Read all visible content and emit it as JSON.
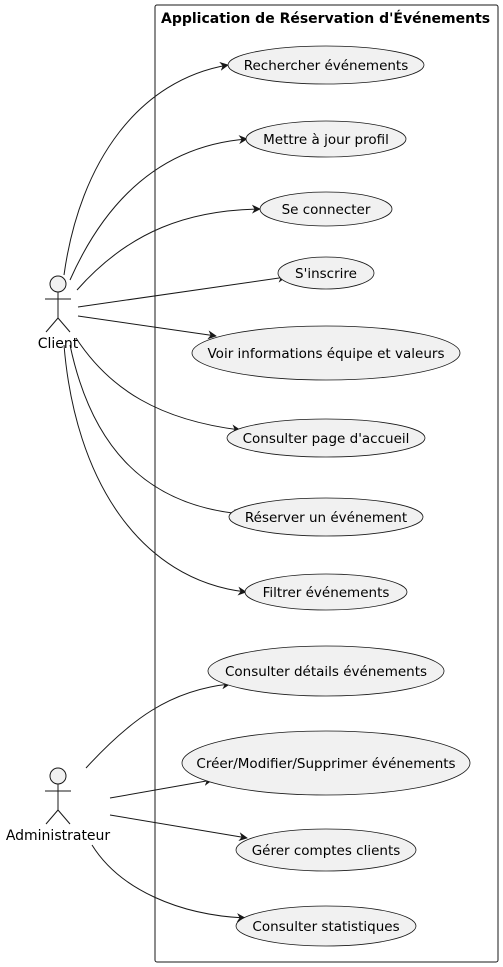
{
  "system": {
    "title": "Application de Réservation d'Événements"
  },
  "actors": [
    {
      "id": "client",
      "label": "Client"
    },
    {
      "id": "admin",
      "label": "Administrateur"
    }
  ],
  "use_cases": [
    {
      "id": "uc1",
      "label": "Rechercher événements"
    },
    {
      "id": "uc2",
      "label": "Mettre à jour profil"
    },
    {
      "id": "uc3",
      "label": "Se connecter"
    },
    {
      "id": "uc4",
      "label": "S'inscrire"
    },
    {
      "id": "uc5",
      "label": "Voir informations équipe et valeurs"
    },
    {
      "id": "uc6",
      "label": "Consulter page d'accueil"
    },
    {
      "id": "uc7",
      "label": "Réserver un événement"
    },
    {
      "id": "uc8",
      "label": "Filtrer événements"
    },
    {
      "id": "uc9",
      "label": "Consulter détails événements"
    },
    {
      "id": "uc10",
      "label": "Créer/Modifier/Supprimer événements"
    },
    {
      "id": "uc11",
      "label": "Gérer comptes clients"
    },
    {
      "id": "uc12",
      "label": "Consulter statistiques"
    }
  ],
  "associations": [
    {
      "from": "client",
      "to": "uc1"
    },
    {
      "from": "client",
      "to": "uc2"
    },
    {
      "from": "client",
      "to": "uc3"
    },
    {
      "from": "client",
      "to": "uc4"
    },
    {
      "from": "client",
      "to": "uc5"
    },
    {
      "from": "client",
      "to": "uc6"
    },
    {
      "from": "client",
      "to": "uc7"
    },
    {
      "from": "client",
      "to": "uc8"
    },
    {
      "from": "admin",
      "to": "uc9"
    },
    {
      "from": "admin",
      "to": "uc10"
    },
    {
      "from": "admin",
      "to": "uc11"
    },
    {
      "from": "admin",
      "to": "uc12"
    }
  ]
}
